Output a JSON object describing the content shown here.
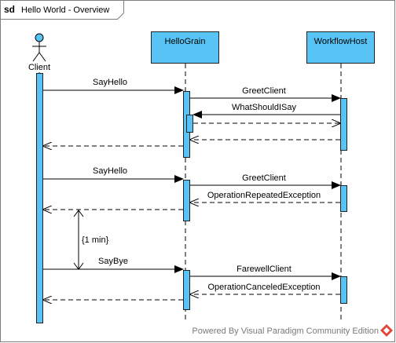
{
  "frame": {
    "keyword": "sd",
    "title": "Hello World - Overview"
  },
  "lifelines": {
    "client": "Client",
    "grain": "HelloGrain",
    "host": "WorkflowHost"
  },
  "messages": {
    "m1": "SayHello",
    "m2": "GreetClient",
    "m3": "WhatShouldISay",
    "m4": "SayHello",
    "m5": "GreetClient",
    "m6": "OperationRepeatedException",
    "m7": "SayBye",
    "m8": "FarewellClient",
    "m9": "OperationCanceledException"
  },
  "duration": "{1 min}",
  "watermark": "Powered By  Visual Paradigm Community Edition",
  "colors": {
    "activation": "#57c4f5",
    "stroke": "#222222",
    "frame": "#7f7f7f",
    "logo": "#e0453a"
  }
}
